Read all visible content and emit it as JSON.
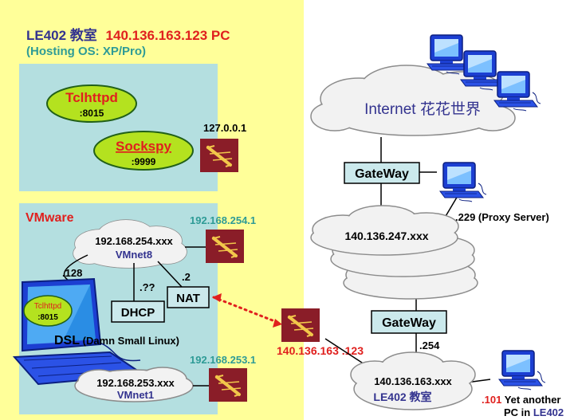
{
  "host": {
    "title_room": "LE402 教室",
    "title_ip": "140.136.163.123 PC",
    "subtitle": "(Hosting OS: XP/Pro)"
  },
  "services": {
    "tclhttpd": {
      "name": "Tclhttpd",
      "port": ":8015"
    },
    "sockspy": {
      "name": "Sockspy",
      "port": ":9999"
    },
    "loopback": "127.0.0.1"
  },
  "vmware": {
    "title": "VMware",
    "vmnet8": {
      "net": "192.168.254.xxx",
      "name": "VMnet8",
      "gateway_ip": "192.168.254.1"
    },
    "vmnet1": {
      "net": "192.168.253.xxx",
      "name": "VMnet1",
      "gateway_ip": "192.168.253.1"
    },
    "dhcp": "DHCP",
    "nat": "NAT",
    "dhcp_addr": ".??",
    "nat_addr": ".2",
    "guest_addr": ".128",
    "guest": {
      "os_bold": "DSL",
      "os_detail": " (Damn Small Linux)",
      "tclhttpd": {
        "name": "Tclhttpd",
        "port": ":8015"
      }
    }
  },
  "host_ip": "140.136.163 .123",
  "internet": "Internet 花花世界",
  "gateway_top": "GateWay",
  "gateway_bottom": "GateWay",
  "net_247": "140.136.247.xxx",
  "proxy": ".229 (Proxy Server)",
  "gateway_bottom_addr": ".254",
  "lan": {
    "net": "140.136.163.xxx",
    "room": "LE402 教室"
  },
  "another_pc": {
    "addr": ".101",
    "line1": " Yet another",
    "line2_prefix": "PC in ",
    "line2_room": "LE402"
  },
  "colors": {
    "host_bg": "#ffff99",
    "panel_bg": "#b4dfe0",
    "title_navy": "#33338f",
    "red": "#e0201e",
    "teal": "#2e9b96",
    "green": "#2e9b3c",
    "oval_fill": "#b4e21f",
    "box_fill": "#cbe9ec",
    "switch_fill": "#8a1d28"
  }
}
